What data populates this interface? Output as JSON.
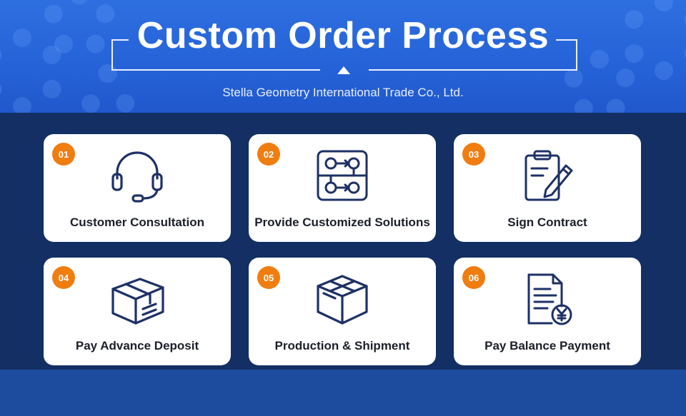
{
  "header": {
    "title": "Custom Order Process",
    "subtitle": "Stella Geometry International Trade Co., Ltd."
  },
  "steps": [
    {
      "number": "01",
      "label": "Customer Consultation",
      "icon": "headset-icon"
    },
    {
      "number": "02",
      "label": "Provide Customized Solutions",
      "icon": "flow-diagram-icon"
    },
    {
      "number": "03",
      "label": "Sign Contract",
      "icon": "clipboard-pen-icon"
    },
    {
      "number": "04",
      "label": "Pay Advance Deposit",
      "icon": "package-box-icon"
    },
    {
      "number": "05",
      "label": "Production & Shipment",
      "icon": "shipping-box-icon"
    },
    {
      "number": "06",
      "label": "Pay Balance Payment",
      "icon": "invoice-yen-icon"
    }
  ],
  "colors": {
    "header_blue": "#2562d8",
    "panel_navy": "#132f63",
    "badge_orange": "#f07d10",
    "icon_navy": "#1e3166"
  }
}
